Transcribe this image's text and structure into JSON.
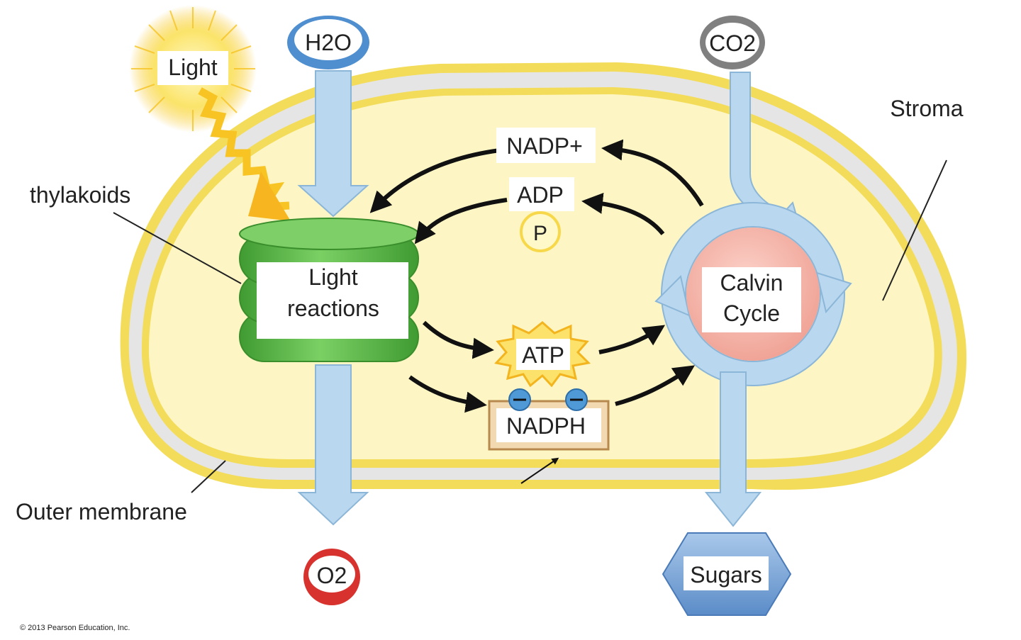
{
  "labels": {
    "light": "Light",
    "h2o": "H2O",
    "co2": "CO2",
    "stroma": "Stroma",
    "thylakoids": "thylakoids",
    "nadp_plus": "NADP+",
    "adp": "ADP",
    "p": "P",
    "light_reactions_line1": "Light",
    "light_reactions_line2": "reactions",
    "calvin_line1": "Calvin",
    "calvin_line2": "Cycle",
    "atp": "ATP",
    "nadph": "NADPH",
    "outer_membrane": "Outer membrane",
    "o2": "O2",
    "sugars": "Sugars",
    "copyright": "© 2013 Pearson Education, Inc."
  },
  "colors": {
    "stroma_fill": "#fdf6c4",
    "membrane_yellow": "#f3dc5a",
    "membrane_gray": "#e3e3e3",
    "flow_blue": "#b9d8ef",
    "flow_blue_edge": "#8cb6d8",
    "thylakoid_green": "#5fbd4a",
    "thylakoid_dark": "#3a8f2c",
    "calvin_pink": "#f6b8ae",
    "o2_red": "#d7322d",
    "h2o_blue": "#4f8fcf",
    "co2_gray": "#808080",
    "sunlight": "#f7c423"
  }
}
